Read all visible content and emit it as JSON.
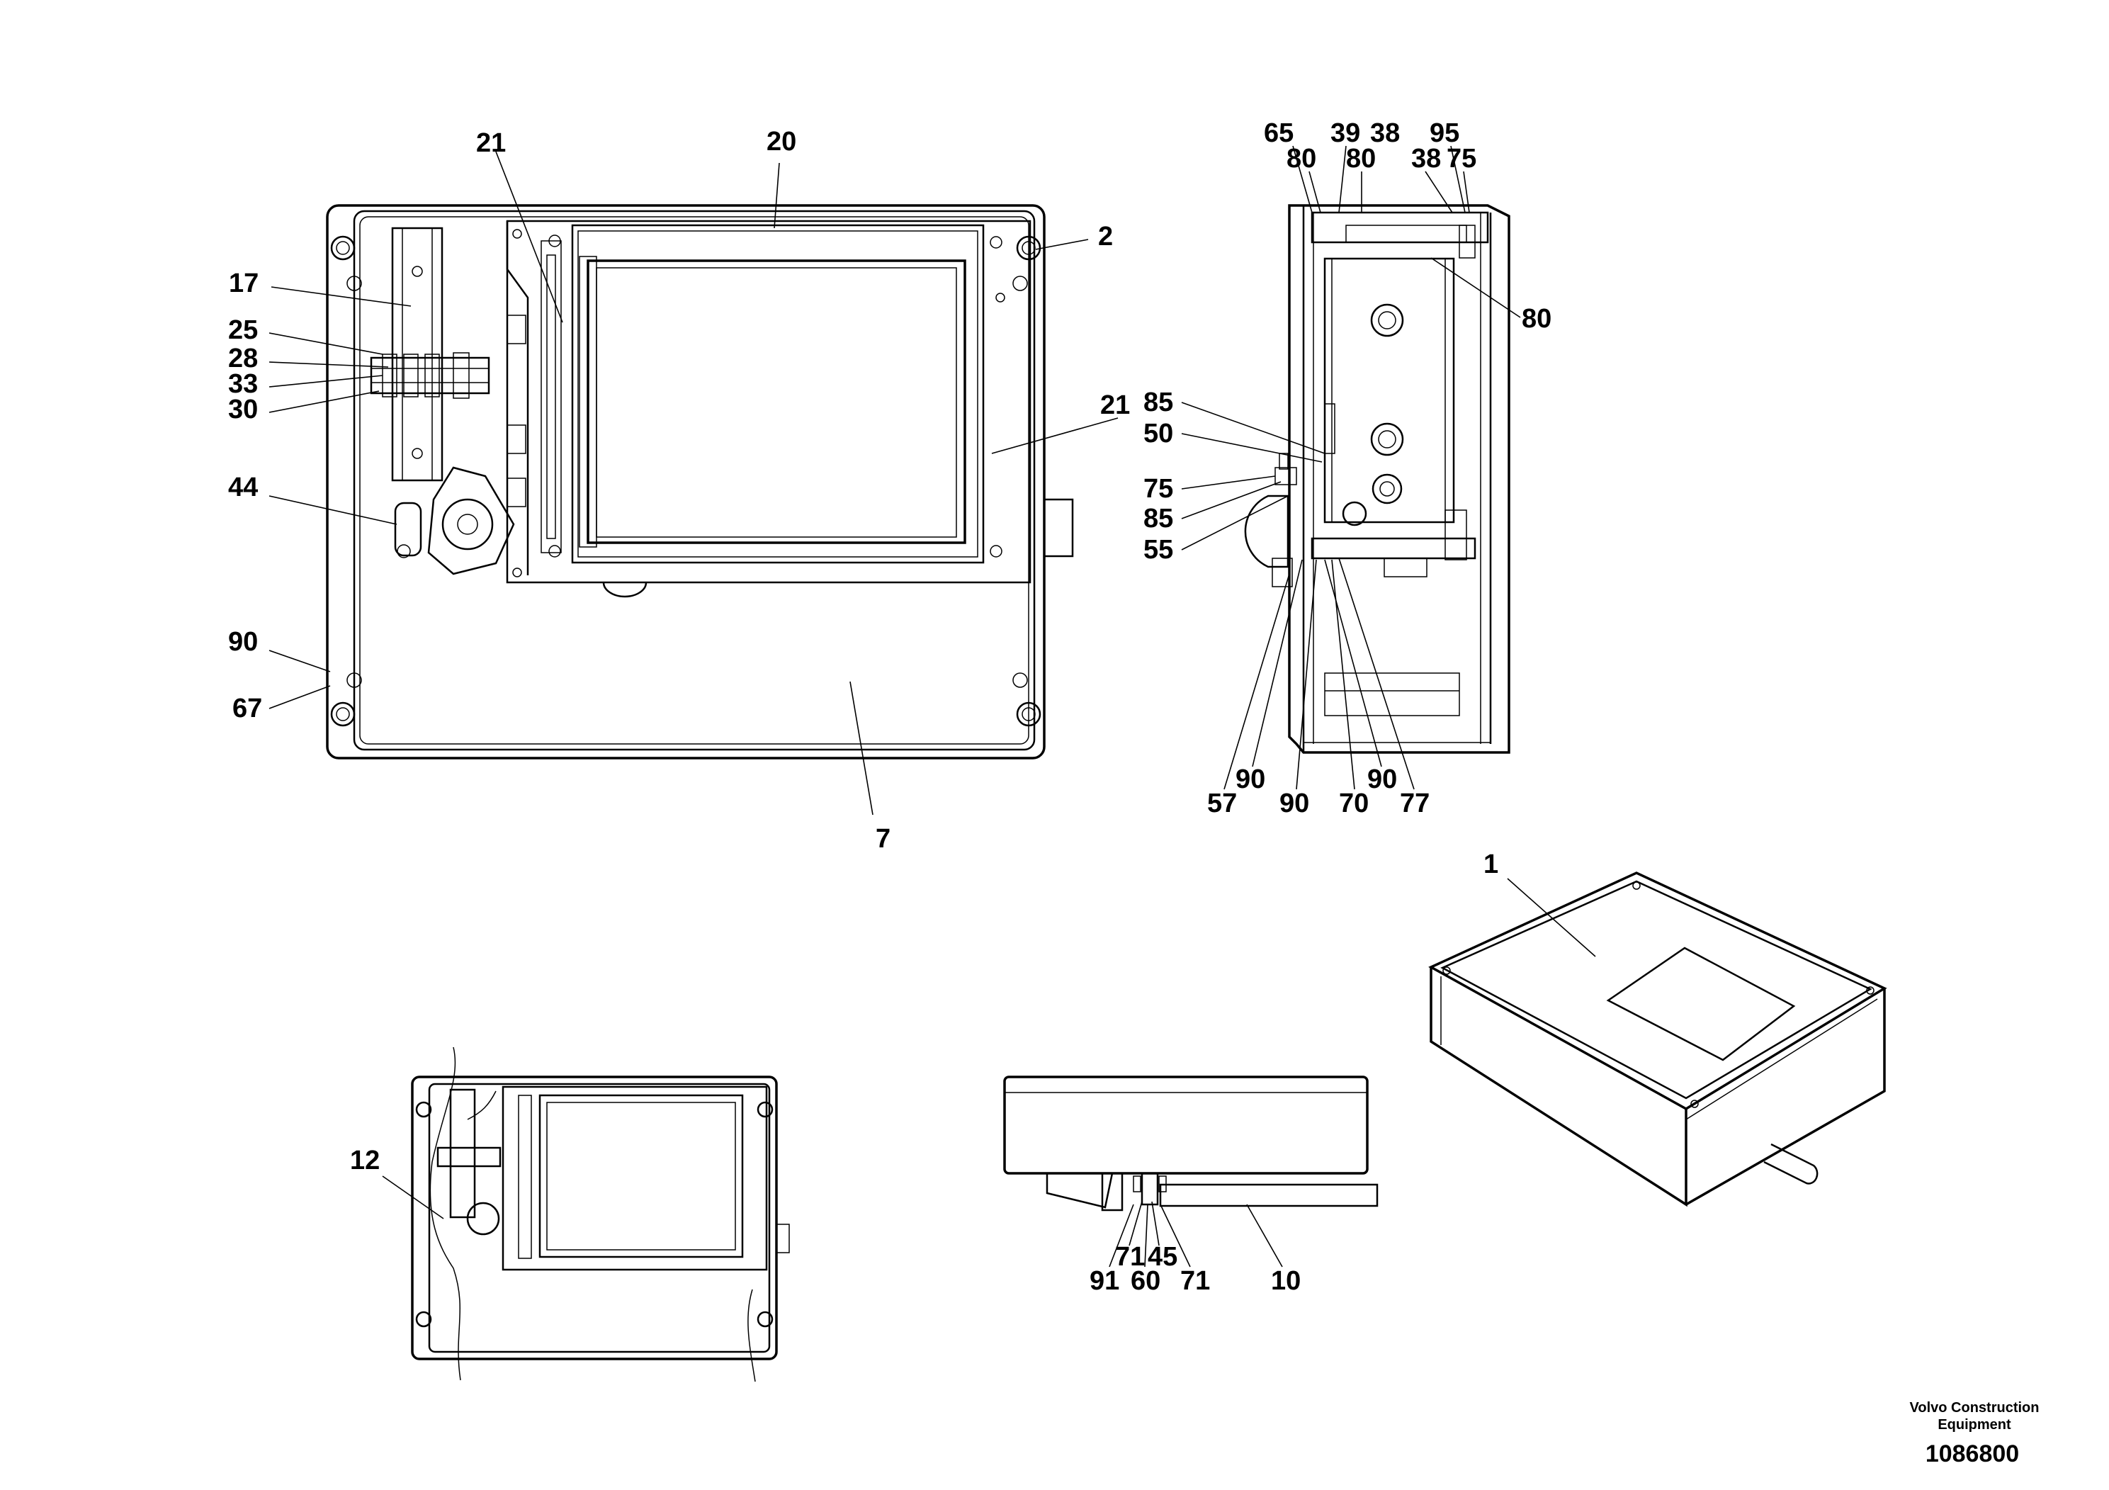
{
  "callouts": {
    "front": {
      "c21a": "21",
      "c20": "20",
      "c2": "2",
      "c17": "17",
      "c25": "25",
      "c28": "28",
      "c33": "33",
      "c30": "30",
      "c21b": "21",
      "c44": "44",
      "c90": "90",
      "c67": "67",
      "c7": "7"
    },
    "side": {
      "c65": "65",
      "c39": "39",
      "c38a": "38",
      "c95": "95",
      "c80a": "80",
      "c80b": "80",
      "c38b": "38",
      "c75a": "75",
      "c80c": "80",
      "c85a": "85",
      "c50": "50",
      "c75b": "75",
      "c85b": "85",
      "c55": "55",
      "c90a": "90",
      "c57": "57",
      "c90b": "90",
      "c90c": "90",
      "c70": "70",
      "c77": "77"
    },
    "iso": {
      "c1": "1"
    },
    "lower_front": {
      "c12": "12"
    },
    "lower_side": {
      "c71a": "71",
      "c45": "45",
      "c91": "91",
      "c60": "60",
      "c71b": "71",
      "c10": "10"
    }
  },
  "footer": {
    "company": "Volvo Construction Equipment",
    "part_number": "1086800"
  }
}
